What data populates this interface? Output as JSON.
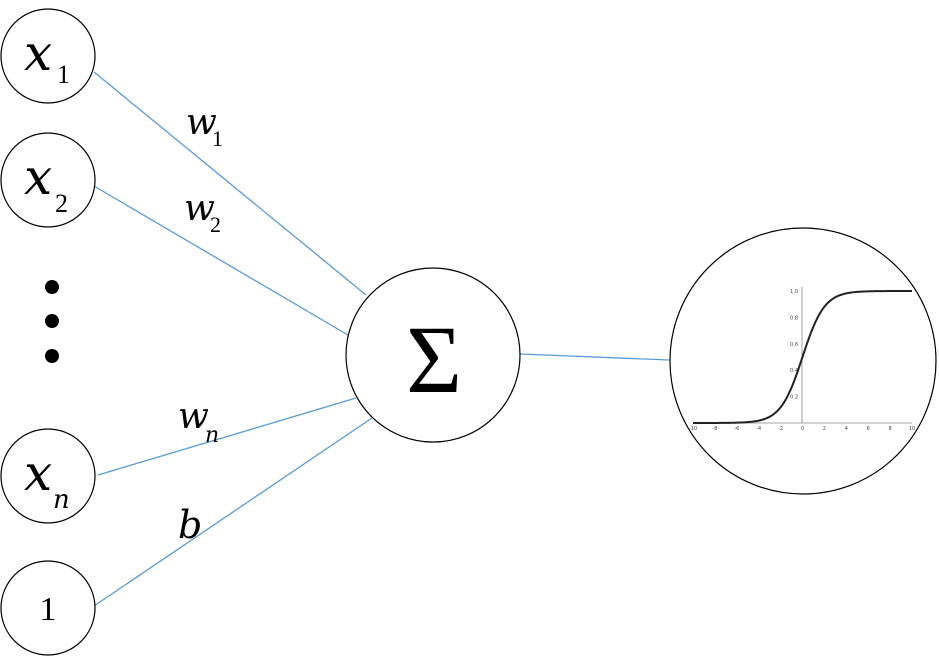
{
  "inputs": [
    {
      "symbol": "x",
      "subscript": "1"
    },
    {
      "symbol": "x",
      "subscript": "2"
    },
    {
      "symbol": "x",
      "subscript": "n"
    }
  ],
  "bias_input": "1",
  "weights": [
    {
      "symbol": "w",
      "subscript": "1"
    },
    {
      "symbol": "w",
      "subscript": "2"
    },
    {
      "symbol": "w",
      "subscript": "n"
    }
  ],
  "bias_weight": "b",
  "summation_symbol": "Σ",
  "edge_color": "#5b9bd5",
  "activation": {
    "name": "sigmoid",
    "x_ticks": [
      "-10",
      "-8",
      "-6",
      "-4",
      "-2",
      "0",
      "2",
      "4",
      "6",
      "8",
      "10"
    ],
    "y_ticks": [
      "0.2",
      "0.4",
      "0.6",
      "0.8",
      "1.0"
    ]
  }
}
